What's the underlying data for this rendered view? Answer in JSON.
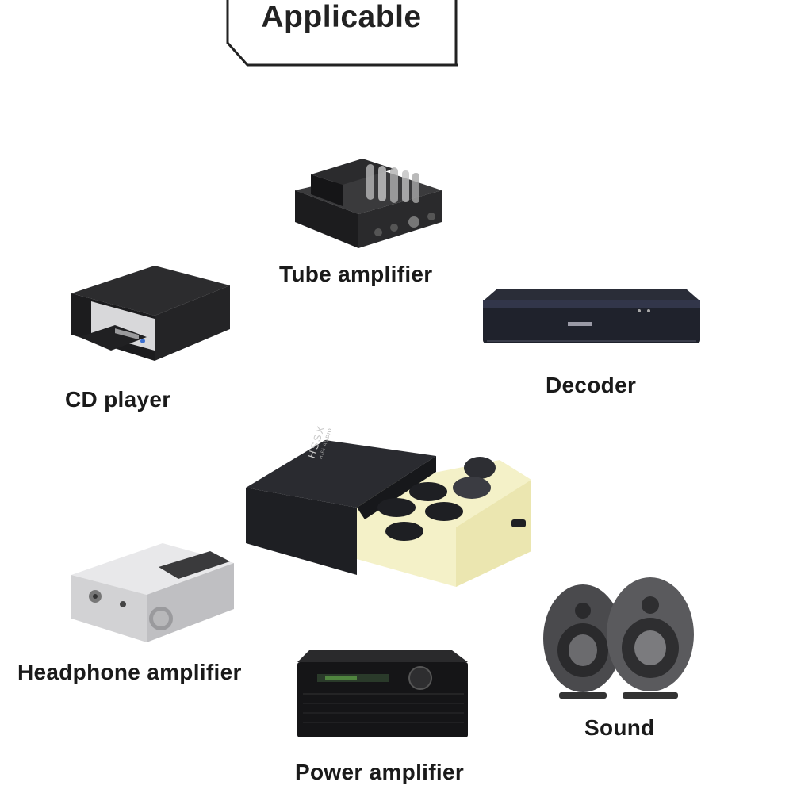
{
  "header": {
    "title": "Applicable"
  },
  "devices": {
    "tube_amplifier": "Tube amplifier",
    "cd_player": "CD player",
    "decoder": "Decoder",
    "headphone_amplifier": "Headphone amplifier",
    "power_amplifier": "Power amplifier",
    "sound": "Sound"
  },
  "product": {
    "brand": "HSSX",
    "sub": "HiFi AUDIO"
  },
  "colors": {
    "device_dark": "#1c1c1e",
    "device_silver": "#d8d8da",
    "box_black": "#1e1f23",
    "tray_yellow": "#f4f1c8",
    "label_text": "#1a1a1a"
  }
}
